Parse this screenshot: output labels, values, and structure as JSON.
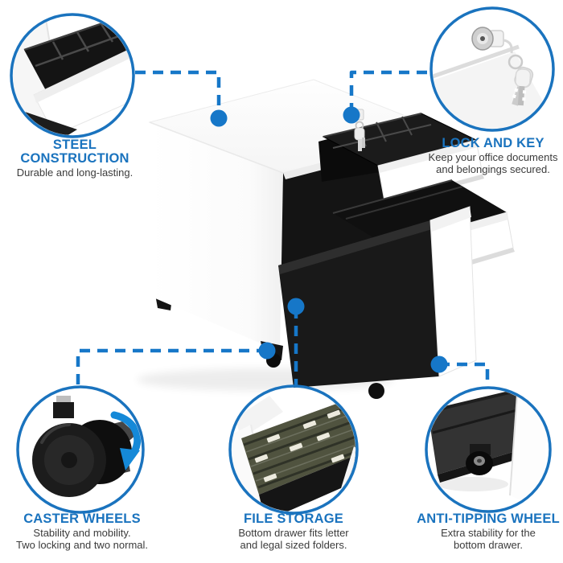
{
  "palette": {
    "accent_blue": "#1a73be",
    "connector_blue": "#1677c8",
    "arrow_blue": "#1589d8",
    "text_gray": "#3b3b3b",
    "cabinet_black": "#161616",
    "folder_olive": "#50533f",
    "background": "#ffffff"
  },
  "callouts": [
    {
      "id": "steel-construction",
      "title": "STEEL CONSTRUCTION",
      "desc": "Durable and long-lasting.",
      "icon": "drawer-organizer-photo"
    },
    {
      "id": "lock-and-key",
      "title": "LOCK AND KEY",
      "desc": "Keep your office documents\nand belongings secured.",
      "icon": "lock-with-keys-photo"
    },
    {
      "id": "caster-wheels",
      "title": "CASTER WHEELS",
      "desc": "Stability and mobility.\nTwo locking and two normal.",
      "icon": "caster-wheel-photo"
    },
    {
      "id": "file-storage",
      "title": "FILE STORAGE",
      "desc": "Bottom drawer fits letter\nand legal sized folders.",
      "icon": "hanging-folders-photo"
    },
    {
      "id": "anti-tipping-wheel",
      "title": "ANTI-TIPPING WHEEL",
      "desc": "Extra stability for the\nbottom drawer.",
      "icon": "anti-tip-wheel-photo"
    }
  ]
}
